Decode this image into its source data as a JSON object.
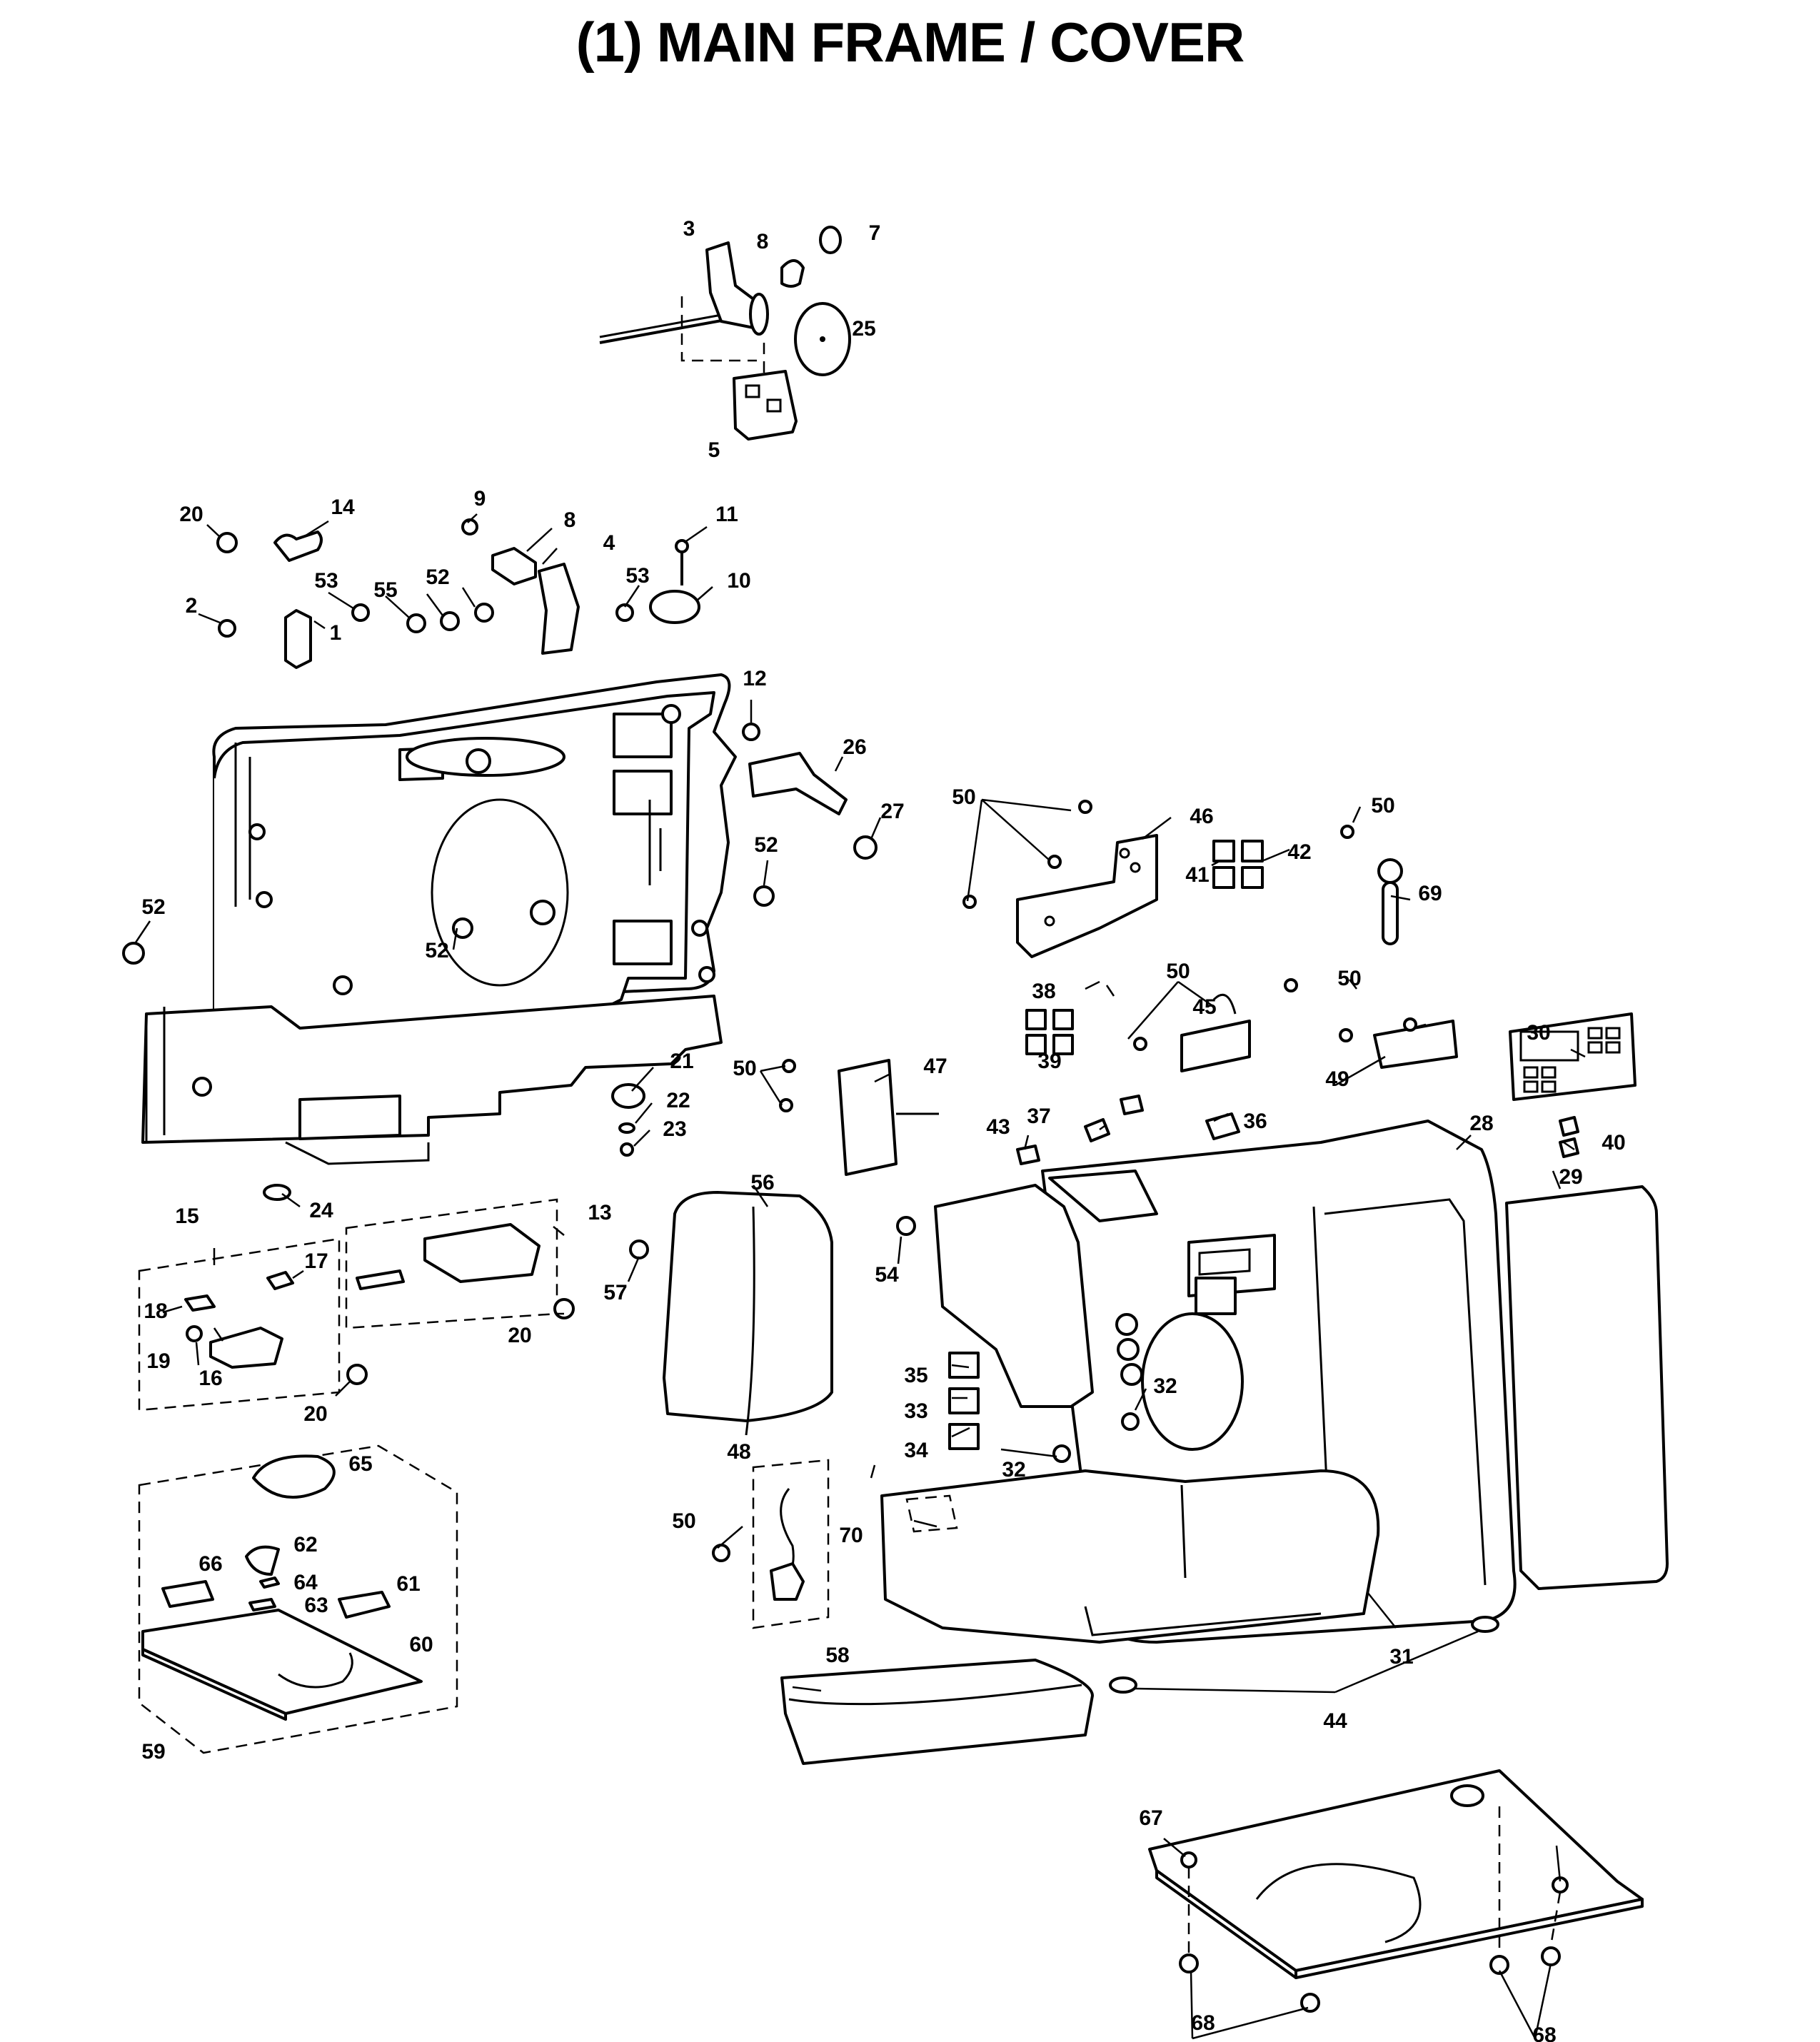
{
  "title": "(1) MAIN FRAME / COVER",
  "callouts": [
    "1",
    "2",
    "3",
    "4",
    "5",
    "7",
    "8",
    "9",
    "10",
    "11",
    "12",
    "13",
    "14",
    "15",
    "16",
    "17",
    "18",
    "19",
    "20",
    "21",
    "22",
    "23",
    "24",
    "25",
    "26",
    "27",
    "28",
    "29",
    "30",
    "31",
    "32",
    "33",
    "34",
    "35",
    "36",
    "37",
    "38",
    "39",
    "40",
    "41",
    "42",
    "43",
    "44",
    "45",
    "46",
    "47",
    "48",
    "49",
    "50",
    "52",
    "53",
    "54",
    "55",
    "56",
    "57",
    "58",
    "59",
    "60",
    "61",
    "62",
    "63",
    "64",
    "65",
    "66",
    "67",
    "68",
    "69",
    "70"
  ],
  "colors": {
    "line": "#000000",
    "background": "#ffffff"
  }
}
